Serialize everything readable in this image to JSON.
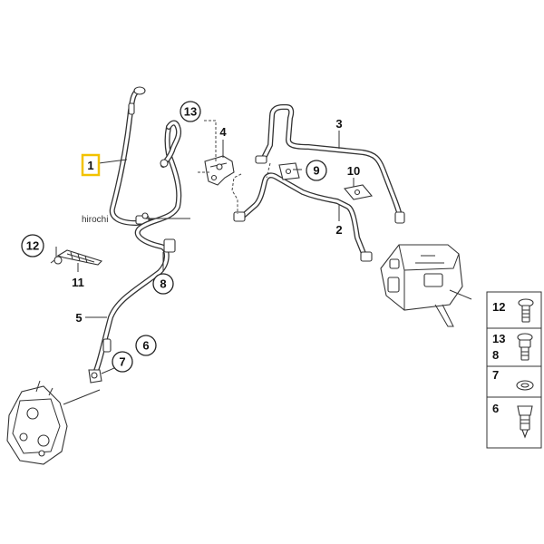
{
  "watermark": "hirochi",
  "callouts": {
    "c1": "1",
    "c2": "2",
    "c3": "3",
    "c4": "4",
    "c5": "5",
    "c6": "6",
    "c7": "7",
    "c8": "8",
    "c9": "9",
    "c10": "10",
    "c11": "11",
    "c12": "12",
    "c13": "13"
  },
  "highlight_color": "#f2c200",
  "legend": {
    "rows": [
      {
        "labels": [
          "12"
        ],
        "part": "bolt-icon"
      },
      {
        "labels": [
          "13",
          "8"
        ],
        "part": "banjo-bolt-icon"
      },
      {
        "labels": [
          "7"
        ],
        "part": "washer-icon"
      },
      {
        "labels": [
          "6"
        ],
        "part": "bleed-screw-icon"
      }
    ]
  }
}
